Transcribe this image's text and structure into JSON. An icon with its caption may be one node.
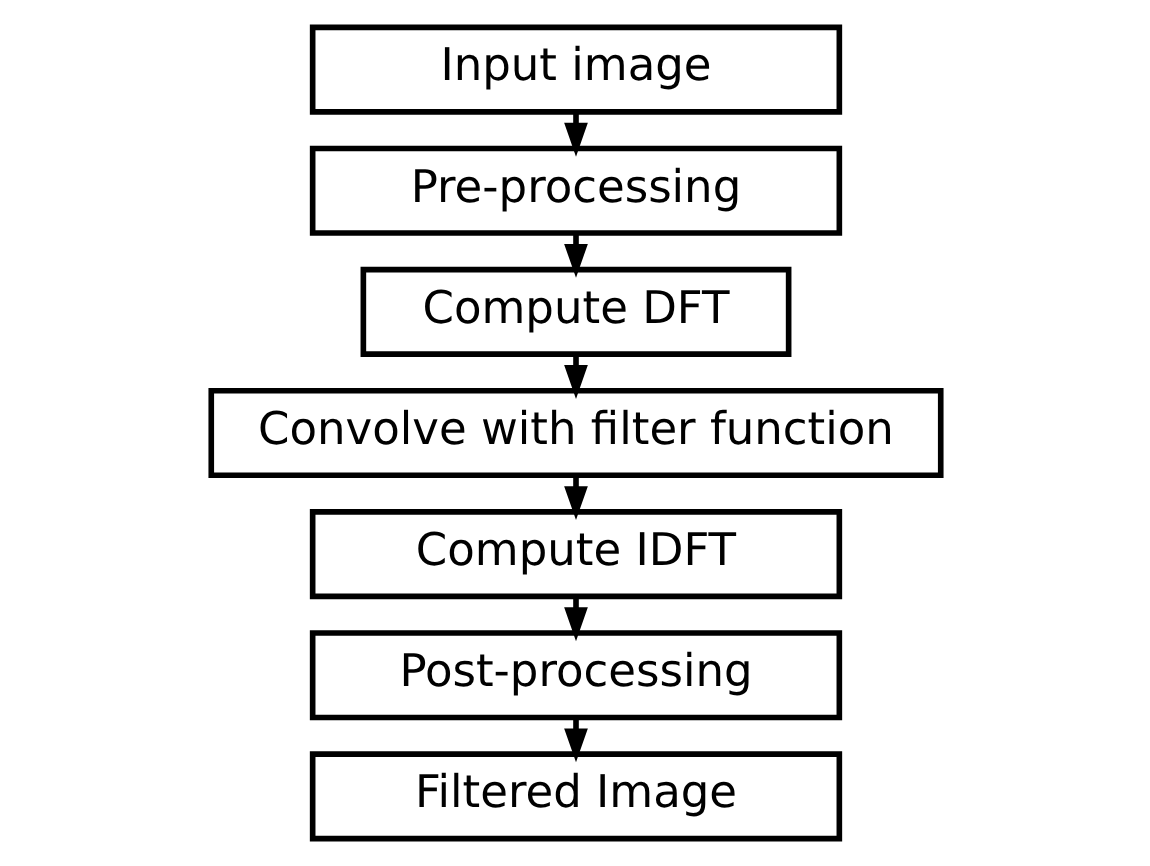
{
  "diagram": {
    "nodes": [
      {
        "text": [
          "Input image"
        ]
      },
      {
        "text": [
          "Pre-processing"
        ]
      },
      {
        "text": [
          "Compute DFT"
        ]
      },
      {
        "text": [
          "Convolve with filter function"
        ]
      },
      {
        "text": [
          "Compute IDFT"
        ]
      },
      {
        "text": [
          "Post-processing"
        ]
      },
      {
        "text": [
          "Filtered Image"
        ]
      }
    ],
    "edges": [
      {
        "from": 0,
        "to": 1,
        "arrow": "to"
      },
      {
        "from": 1,
        "to": 2,
        "arrow": "to"
      },
      {
        "from": 2,
        "to": 3,
        "arrow": "to"
      },
      {
        "from": 3,
        "to": 4,
        "arrow": "to"
      },
      {
        "from": 4,
        "to": 5,
        "arrow": "to"
      },
      {
        "from": 5,
        "to": 6,
        "arrow": "to"
      }
    ]
  }
}
